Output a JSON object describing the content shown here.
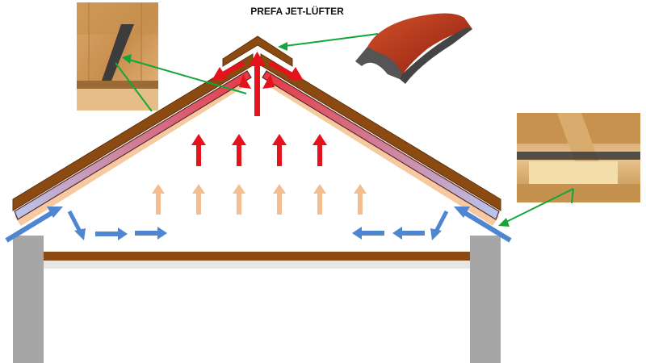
{
  "diagram": {
    "title": "PREFA JET-LÜFTER",
    "colors": {
      "roof_board": "#8B4A12",
      "roof_edge": "#5E300A",
      "insulation": "#F6C9A0",
      "vent_gap_warm": "#E8353F",
      "vent_gap_cool": "#B8C8F0",
      "wall": "#A6A6A6",
      "ceiling_beam": "#8B4A12",
      "ceiling_slab": "#E6E6E6",
      "arrow_cold": "#4F86D1",
      "arrow_hot": "#E5121B",
      "arrow_warm": "#F5BE91",
      "callout_line": "#14A53A",
      "vent_product": "#B03A1A"
    },
    "photos": [
      {
        "name": "photo-interior-ridge",
        "subject": "wooden roof structure near ridge"
      },
      {
        "name": "photo-interior-eaves",
        "subject": "wooden rafters at eaves vent"
      }
    ],
    "product": {
      "name": "ridge-vent-product",
      "subject": "red ridge ventilator"
    }
  }
}
